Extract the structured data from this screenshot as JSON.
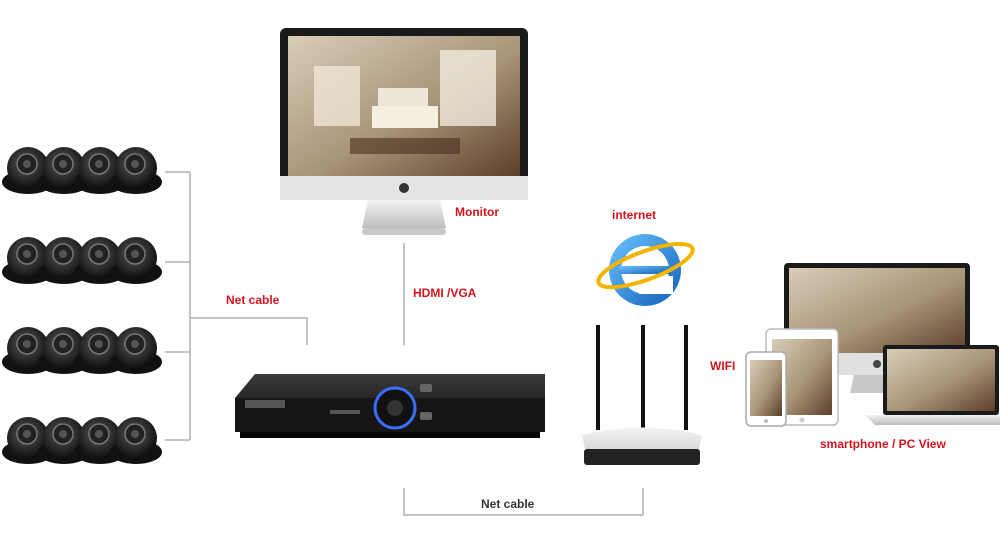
{
  "labels": {
    "monitor": "Monitor",
    "internet": "internet",
    "hdmi_vga": "HDMI /VGA",
    "net_cable_left": "Net cable",
    "net_cable_bottom": "Net cable",
    "wifi": "WIFI",
    "smartphone_pc_view": "smartphone / PC View"
  },
  "colors": {
    "label_red": "#d4141c",
    "label_dark": "#333333",
    "connector_line": "#b0b0b0",
    "ie_blue": "#1e88d8",
    "dvr_led": "#3d6dff"
  },
  "devices": {
    "camera_grid": {
      "rows": 4,
      "cols": 4,
      "icon": "dome-camera-icon"
    },
    "monitor": {
      "icon": "imac-monitor-icon"
    },
    "dvr": {
      "icon": "dvr-recorder-icon"
    },
    "router": {
      "icon": "wifi-router-icon",
      "antennas": 3
    },
    "internet": {
      "icon": "internet-explorer-icon"
    },
    "clients": {
      "icons": [
        "phone-icon",
        "tablet-icon",
        "laptop-icon",
        "imac-icon"
      ]
    }
  }
}
